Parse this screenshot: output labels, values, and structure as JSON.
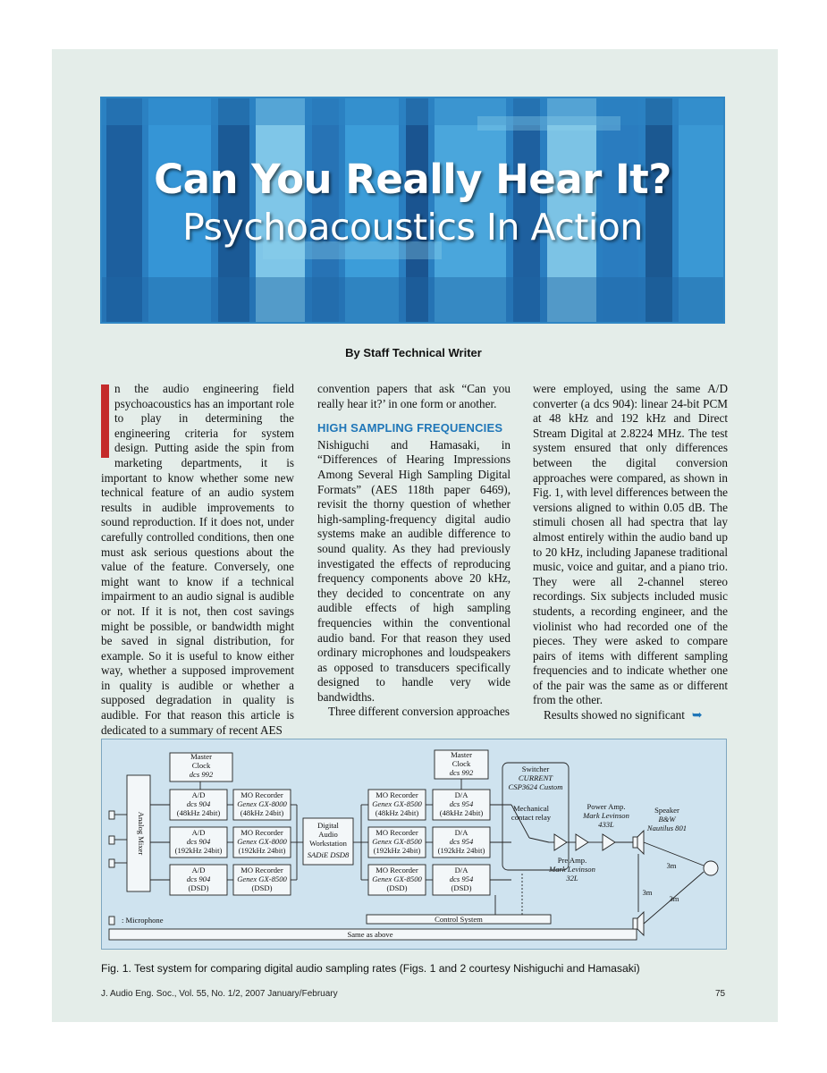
{
  "header": {
    "title": "Can You Really Hear It?",
    "subtitle": "Psychoacoustics In Action"
  },
  "byline": "By Staff Technical Writer",
  "article": {
    "col1": "n the audio engineering field psychoacoustics has an important role to play in determining the engineering criteria for system design. Putting aside the spin from marketing departments, it is important to know whether some new technical feature of an audio system results in audible improvements to sound reproduction. If it does not, under carefully controlled conditions, then one must ask serious questions about the value of the feature. Conversely, one might want to know if a technical impairment to an audio signal is audible or not. If it is not, then cost savings might be possible, or bandwidth might be saved in signal distribution, for example. So it is useful to know either way, whether a supposed improvement in quality is audible or whether a supposed degradation in quality is audible. For that reason this article is dedicated to a summary of recent AES",
    "col2_intro": "convention papers that ask “Can you really hear it?’ in one form or another.",
    "section_heading": "HIGH SAMPLING FREQUENCIES",
    "col2_body": "Nishiguchi and Hamasaki, in “Differences of Hearing Impressions Among Several High Sampling Digital Formats” (AES 118th paper 6469), revisit the thorny question of whether high-sampling-frequency digital audio systems make an audible difference to sound quality. As they had previously investigated the effects of reproducing frequency components above 20 kHz, they decided to concentrate on any audible effects of high sampling frequencies within the conventional audio band. For that reason they used ordinary microphones and loudspeakers as opposed to transducers specifically designed to handle very wide bandwidths.",
    "col2_tail": "Three different conversion approaches",
    "col3_body": "were employed, using the same A/D converter (a dcs 904): linear 24-bit PCM at 48 kHz and 192 kHz and Direct Stream Digital at 2.8224 MHz. The test system ensured that only differences between the digital conversion approaches were compared, as shown in Fig. 1, with level differences between the versions aligned to within 0.05 dB. The stimuli chosen all had spectra that lay almost entirely within the audio band up to 20 kHz, including Japanese traditional music, voice and guitar, and a piano trio. They were all 2-channel stereo recordings. Six subjects included music students, a recording engineer, and the violinist who had recorded one of the pieces. They were asked to compare pairs of items with different sampling frequencies and to indicate whether one of the pair was the same as or different from the other.",
    "col3_tail": "Results showed no significant"
  },
  "figure": {
    "master_clock_left": [
      "Master",
      "Clock",
      "dcs 992"
    ],
    "master_clock_right": [
      "Master",
      "Clock",
      "dcs 992"
    ],
    "mixer": "Analog Mixer",
    "ad": [
      [
        "A/D",
        "dcs 904",
        "(48kHz 24bit)"
      ],
      [
        "A/D",
        "dcs 904",
        "(192kHz 24bit)"
      ],
      [
        "A/D",
        "dcs 904",
        "(DSD)"
      ]
    ],
    "mo_left": [
      [
        "MO Recorder",
        "Genex GX-8000",
        "(48kHz 24bit)"
      ],
      [
        "MO Recorder",
        "Genex GX-8000",
        "(192kHz 24bit)"
      ],
      [
        "MO Recorder",
        "Genex GX-8500",
        "(DSD)"
      ]
    ],
    "workstation": [
      "Digital",
      "Audio",
      "Workstation",
      "SADiE DSD8"
    ],
    "mo_right": [
      [
        "MO Recorder",
        "Genex GX-8500",
        "(48kHz 24bit)"
      ],
      [
        "MO Recorder",
        "Genex GX-8500",
        "(192kHz 24bit)"
      ],
      [
        "MO Recorder",
        "Genex GX-8500",
        "(DSD)"
      ]
    ],
    "da": [
      [
        "D/A",
        "dcs 954",
        "(48kHz 24bit)"
      ],
      [
        "D/A",
        "dcs 954",
        "(192kHz 24bit)"
      ],
      [
        "D/A",
        "dcs 954",
        "(DSD)"
      ]
    ],
    "switcher": [
      "Switcher",
      "CURRENT",
      "CSP3624 Custom"
    ],
    "relay": [
      "Mechanical",
      "contact relay"
    ],
    "pre_amp": [
      "Pre Amp.",
      "Mark Levinson",
      "32L"
    ],
    "power_amp": [
      "Power Amp.",
      "Mark Levinson",
      "433L"
    ],
    "speaker": [
      "Speaker",
      "B&W",
      "Nautilus 801"
    ],
    "distance_a": "3m",
    "distance_b": "3m",
    "distance_c": "3m",
    "control_system": "Control System",
    "microphone_legend": ": Microphone",
    "same_as_above": "Same as above"
  },
  "caption": "Fig. 1. Test system for comparing digital audio sampling rates (Figs. 1 and 2 courtesy Nishiguchi and Hamasaki)",
  "footer": {
    "journal": "J. Audio Eng. Soc., Vol. 55, No. 1/2, 2007 January/February",
    "page_number": "75"
  },
  "colors": {
    "banner_blue": "#2a7fc1",
    "accent_blue": "#1f76b8",
    "dropcap_red": "#c42b2b",
    "page_tint": "#e4ede9",
    "figure_bg": "#cfe3ef"
  }
}
